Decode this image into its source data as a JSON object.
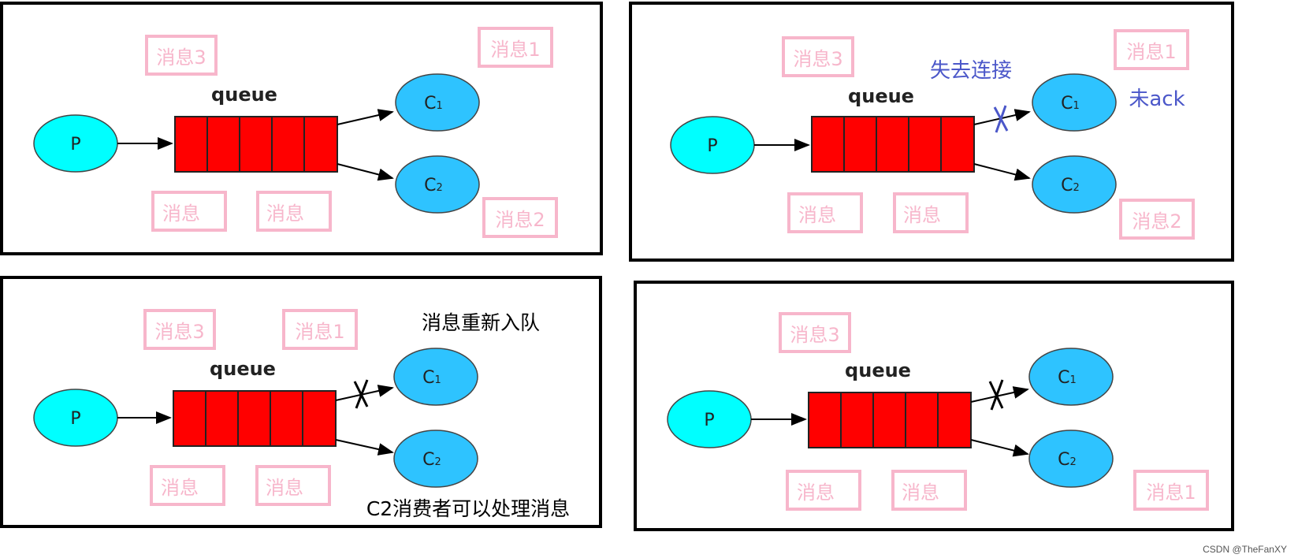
{
  "watermark": "CSDN @TheFanXY",
  "colors": {
    "producer": "#00ffff",
    "consumer": "#2ec3ff",
    "queue": "#ff0000",
    "message_box": "#f7b6cb",
    "annotation_blue": "#4b57c9",
    "annotation_black": "#000000"
  },
  "labels": {
    "queue": "queue",
    "producer": "P",
    "consumer1": "C",
    "consumer1_sub": "1",
    "consumer2": "C",
    "consumer2_sub": "2"
  },
  "panels": [
    {
      "id": "panel-1",
      "messages": [
        "消息3",
        "消息1",
        "消息",
        "消息",
        "消息2"
      ],
      "annotations": [],
      "c1_link_broken": false
    },
    {
      "id": "panel-2",
      "messages": [
        "消息3",
        "消息1",
        "消息",
        "消息",
        "消息2"
      ],
      "annotations": [
        "失去连接",
        "未ack"
      ],
      "c1_link_broken": true
    },
    {
      "id": "panel-3",
      "messages": [
        "消息3",
        "消息1",
        "消息",
        "消息"
      ],
      "annotations": [
        "消息重新入队",
        "C2消费者可以处理消息"
      ],
      "c1_link_broken": true
    },
    {
      "id": "panel-4",
      "messages": [
        "消息3",
        "消息",
        "消息",
        "消息1"
      ],
      "annotations": [],
      "c1_link_broken": true
    }
  ]
}
